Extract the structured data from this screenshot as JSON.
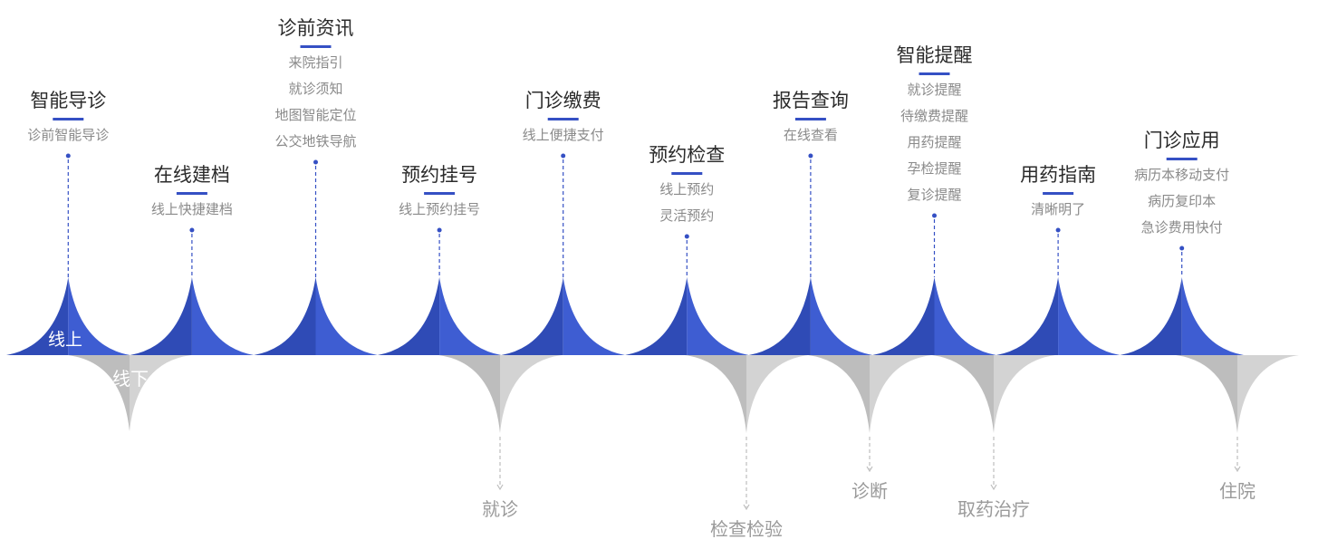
{
  "colors": {
    "online_left": "#2f4bb6",
    "online_right": "#3e5dd2",
    "offline_left": "#bdbdbd",
    "offline_right": "#d3d3d3",
    "accent": "#3550c4",
    "title_text": "#2b2b2b",
    "item_text": "#8a8a8a",
    "connector": "#3550c4",
    "offline_connector": "#bdbdbd"
  },
  "labels": {
    "online": "线上",
    "offline": "线下"
  },
  "online_services": [
    {
      "title": "智能导诊",
      "items": [
        "诊前智能导诊"
      ]
    },
    {
      "title": "在线建档",
      "items": [
        "线上快捷建档"
      ]
    },
    {
      "title": "诊前资讯",
      "items": [
        "来院指引",
        "就诊须知",
        "地图智能定位",
        "公交地铁导航"
      ]
    },
    {
      "title": "预约挂号",
      "items": [
        "线上预约挂号"
      ]
    },
    {
      "title": "门诊缴费",
      "items": [
        "线上便捷支付"
      ]
    },
    {
      "title": "预约检查",
      "items": [
        "线上预约",
        "灵活预约"
      ]
    },
    {
      "title": "报告查询",
      "items": [
        "在线查看"
      ]
    },
    {
      "title": "智能提醒",
      "items": [
        "就诊提醒",
        "待缴费提醒",
        "用药提醒",
        "孕检提醒",
        "复诊提醒"
      ]
    },
    {
      "title": "用药指南",
      "items": [
        "清晰明了"
      ]
    },
    {
      "title": "门诊应用",
      "items": [
        "病历本移动支付",
        "病历复印本",
        "急诊费用快付"
      ]
    }
  ],
  "offline_steps": [
    "就诊",
    "检查检验",
    "诊断",
    "取药治疗",
    "住院"
  ]
}
